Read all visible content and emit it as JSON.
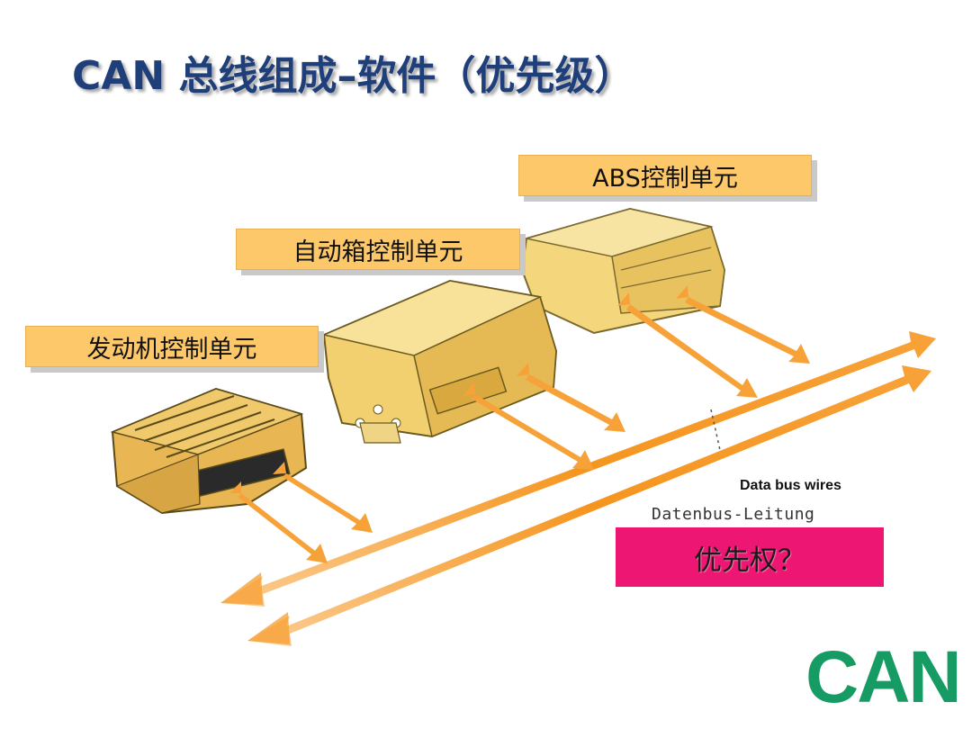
{
  "slide": {
    "title": "CAN 总线组成–软件（优先级）"
  },
  "labels": {
    "abs": "ABS控制单元",
    "gearbox": "自动箱控制单元",
    "engine": "发动机控制单元"
  },
  "bus": {
    "label_en": "Data bus wires",
    "label_de": "Datenbus-Leitung"
  },
  "priority_box": {
    "text": "优先权？"
  },
  "logo": {
    "text": "CAN"
  },
  "colors": {
    "title": "#1f3f7a",
    "label_fill": "#fcc86a",
    "arrow": "#f7a239",
    "ecu": "#f2cf6f",
    "priority_fill": "#ee1673",
    "logo": "#159b63"
  }
}
